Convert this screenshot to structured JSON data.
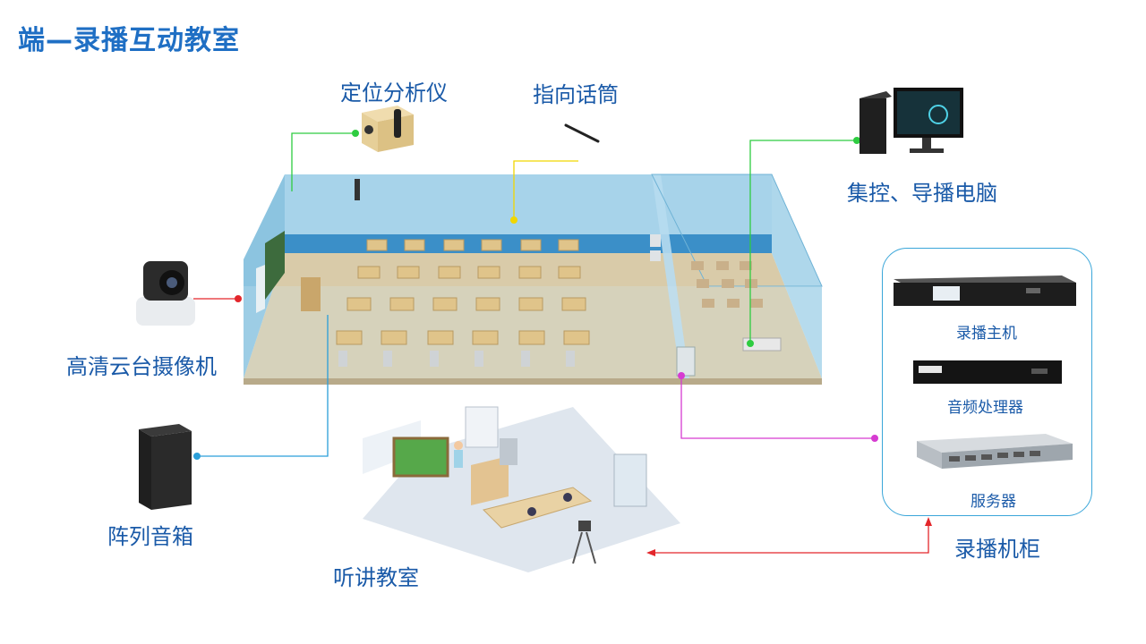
{
  "title": "端—录播互动教室",
  "labels": {
    "analyzer": "定位分析仪",
    "mic": "指向话筒",
    "control_pc": "集控、导播电脑",
    "ptz_camera": "高清云台摄像机",
    "speaker": "阵列音箱",
    "listening_room": "听讲教室",
    "cabinet": "录播机柜"
  },
  "cabinet_items": [
    "录播主机",
    "音频处理器",
    "服务器"
  ],
  "colors": {
    "title": "#1f6fc4",
    "label": "#1a5aa8",
    "wall": "#8cc4e0",
    "floor": "#d8c8a6",
    "green_line": "#2ecc40",
    "yellow_line": "#f1d600",
    "red_line": "#e3262b",
    "blue_line": "#2b9fd9",
    "magenta_line": "#d63bd1",
    "cabinet_border": "#3aa6d9"
  },
  "icons": [
    "analyzer-box-icon",
    "microphone-icon",
    "computer-icon",
    "ptz-camera-icon",
    "array-speaker-icon",
    "recording-host-icon",
    "audio-processor-icon",
    "server-icon"
  ]
}
